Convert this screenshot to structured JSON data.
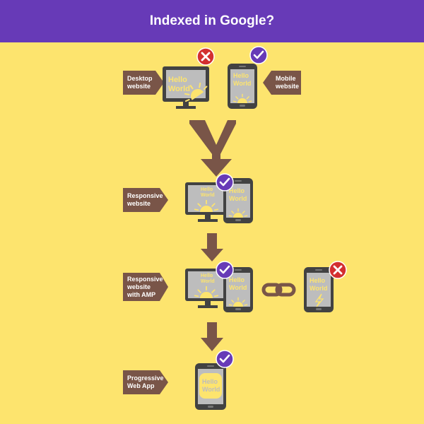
{
  "title": "Indexed in Google?",
  "labels": {
    "desktop": "Desktop website",
    "mobile": "Mobile website",
    "responsive": "Responsive website",
    "amp": "Responsive website with AMP",
    "pwa": "Progressive Web App"
  },
  "screen_text": [
    "Hello",
    "World"
  ],
  "colors": {
    "header": "#673ab7",
    "background": "#fde46e",
    "label": "#795548",
    "check": "#673ab7",
    "cross": "#d32f2f",
    "device": "#424242",
    "screen": "#bdbdbd",
    "sun": "#fde46e"
  },
  "indexed": {
    "desktop": false,
    "mobile": true,
    "responsive": true,
    "amp_site": true,
    "amp_page": false,
    "pwa": true
  }
}
